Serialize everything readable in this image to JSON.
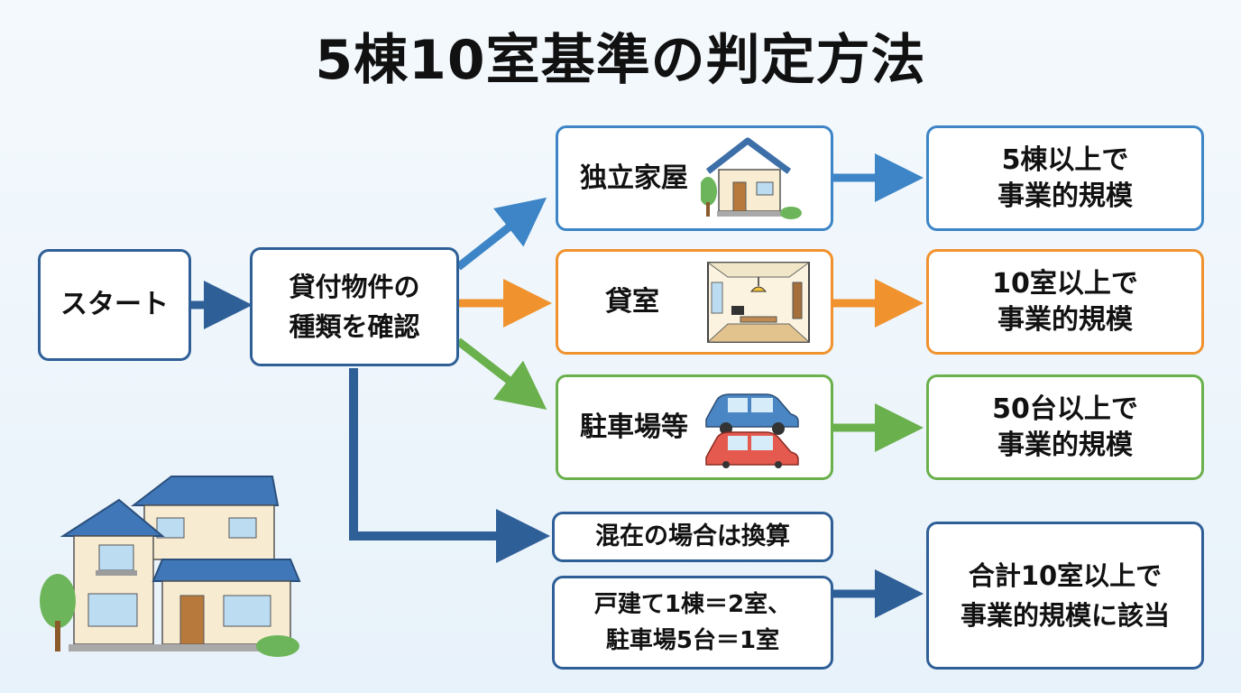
{
  "title": "5棟10室基準の判定方法",
  "start": "スタート",
  "check": "貸付物件の\n種類を確認",
  "types": [
    {
      "label": "独立家屋",
      "result": "5棟以上で\n事業的規模",
      "color": "#3d85c6",
      "icon": "detached-house-icon"
    },
    {
      "label": "貸室",
      "result": "10室以上で\n事業的規模",
      "color": "#f0922e",
      "icon": "apartment-room-icon"
    },
    {
      "label": "駐車場等",
      "result": "50台以上で\n事業的規模",
      "color": "#6ab04c",
      "icon": "parked-cars-icon"
    }
  ],
  "mixed": {
    "heading": "混在の場合は換算",
    "rule": "戸建て1棟＝2室、\n駐車場5台＝1室",
    "result": "合計10室以上で\n事業的規模に該当",
    "color": "#2f5f97"
  }
}
